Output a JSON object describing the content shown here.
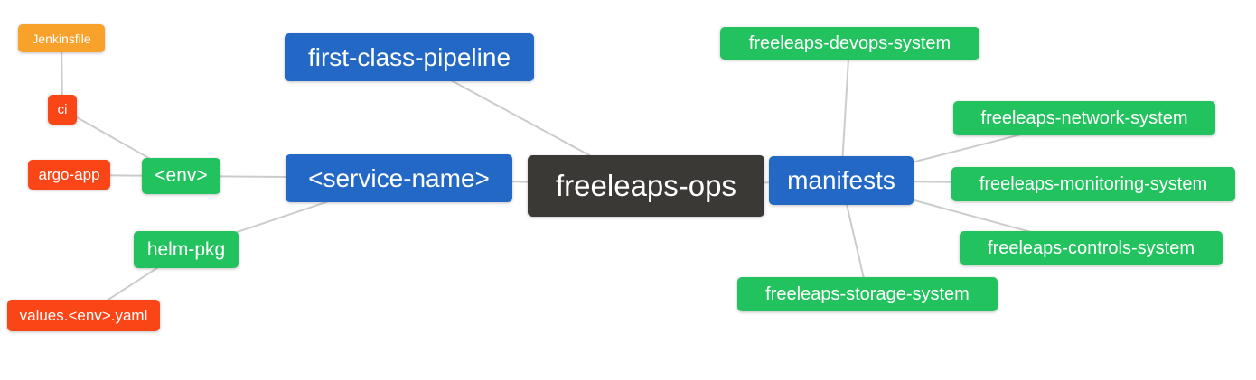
{
  "diagram": {
    "root_label": "freeleaps-ops",
    "nodes": [
      {
        "id": "jenkinsfile",
        "label": "Jenkinsfile",
        "color": "orange"
      },
      {
        "id": "ci",
        "label": "ci",
        "color": "red"
      },
      {
        "id": "argo-app",
        "label": "argo-app",
        "color": "red"
      },
      {
        "id": "env",
        "label": "<env>",
        "color": "green"
      },
      {
        "id": "first-class-pipeline",
        "label": "first-class-pipeline",
        "color": "blue"
      },
      {
        "id": "service-name",
        "label": "<service-name>",
        "color": "blue"
      },
      {
        "id": "helm-pkg",
        "label": "helm-pkg",
        "color": "green"
      },
      {
        "id": "values-env-yaml",
        "label": "values.<env>.yaml",
        "color": "red"
      },
      {
        "id": "freeleaps-ops",
        "label": "freeleaps-ops",
        "color": "dark"
      },
      {
        "id": "manifests",
        "label": "manifests",
        "color": "blue"
      },
      {
        "id": "freeleaps-devops-system",
        "label": "freeleaps-devops-system",
        "color": "green"
      },
      {
        "id": "freeleaps-network-system",
        "label": "freeleaps-network-system",
        "color": "green"
      },
      {
        "id": "freeleaps-monitoring-system",
        "label": "freeleaps-monitoring-system",
        "color": "green"
      },
      {
        "id": "freeleaps-controls-system",
        "label": "freeleaps-controls-system",
        "color": "green"
      },
      {
        "id": "freeleaps-storage-system",
        "label": "freeleaps-storage-system",
        "color": "green"
      }
    ],
    "edges": [
      {
        "from": "Jenkinsfile",
        "to": "ci"
      },
      {
        "from": "ci",
        "to": "<env>"
      },
      {
        "from": "argo-app",
        "to": "<env>"
      },
      {
        "from": "<env>",
        "to": "<service-name>"
      },
      {
        "from": "helm-pkg",
        "to": "<service-name>"
      },
      {
        "from": "values.<env>.yaml",
        "to": "helm-pkg"
      },
      {
        "from": "<service-name>",
        "to": "freeleaps-ops"
      },
      {
        "from": "first-class-pipeline",
        "to": "freeleaps-ops"
      },
      {
        "from": "freeleaps-ops",
        "to": "manifests"
      },
      {
        "from": "manifests",
        "to": "freeleaps-devops-system"
      },
      {
        "from": "manifests",
        "to": "freeleaps-network-system"
      },
      {
        "from": "manifests",
        "to": "freeleaps-monitoring-system"
      },
      {
        "from": "manifests",
        "to": "freeleaps-controls-system"
      },
      {
        "from": "manifests",
        "to": "freeleaps-storage-system"
      }
    ],
    "palette": {
      "blue": "#2268C4",
      "green": "#22C35E",
      "red": "#FA4616",
      "orange": "#F9A22B",
      "dark": "#3B3936",
      "edge": "#CCCCCC",
      "node_text": "#FFFFFF",
      "background": "#FFFFFF"
    }
  }
}
